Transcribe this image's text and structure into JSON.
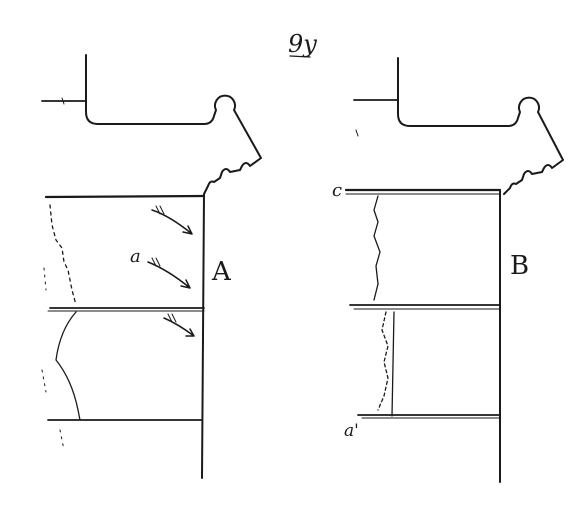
{
  "figure": {
    "page_mark": "9y",
    "panels": [
      {
        "id": "A",
        "label": "A",
        "arrow_label": "a"
      },
      {
        "id": "B",
        "label": "B",
        "top_letter": "c",
        "bottom_letter": "a'"
      }
    ]
  },
  "colors": {
    "ink": "#1a1a1a",
    "paper": "#ffffff"
  }
}
